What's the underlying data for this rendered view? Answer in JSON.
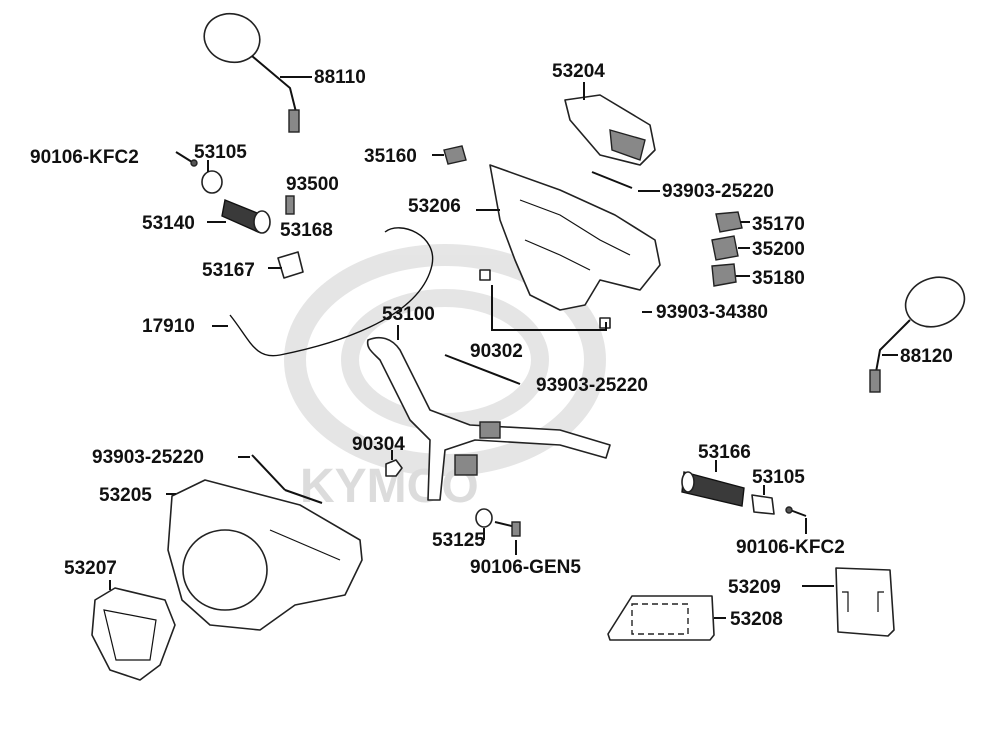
{
  "watermark": "KYMCO",
  "labels": {
    "p88110": "88110",
    "p53204": "53204",
    "p90106kfc2_a": "90106-KFC2",
    "p53105_a": "53105",
    "p35160": "35160",
    "p93500": "93500",
    "p93903_25220_a": "93903-25220",
    "p53206": "53206",
    "p53140": "53140",
    "p53168": "53168",
    "p35170": "35170",
    "p35200": "35200",
    "p53167": "53167",
    "p35180": "35180",
    "p93903_34380": "93903-34380",
    "p53100": "53100",
    "p17910": "17910",
    "p88120": "88120",
    "p90302": "90302",
    "p93903_25220_b": "93903-25220",
    "p90304": "90304",
    "p53166": "53166",
    "p93903_25220_c": "93903-25220",
    "p53105_b": "53105",
    "p53205": "53205",
    "p53125": "53125",
    "p90106kfc2_b": "90106-KFC2",
    "p53207": "53207",
    "p90106gen5": "90106-GEN5",
    "p53209": "53209",
    "p53208": "53208"
  }
}
